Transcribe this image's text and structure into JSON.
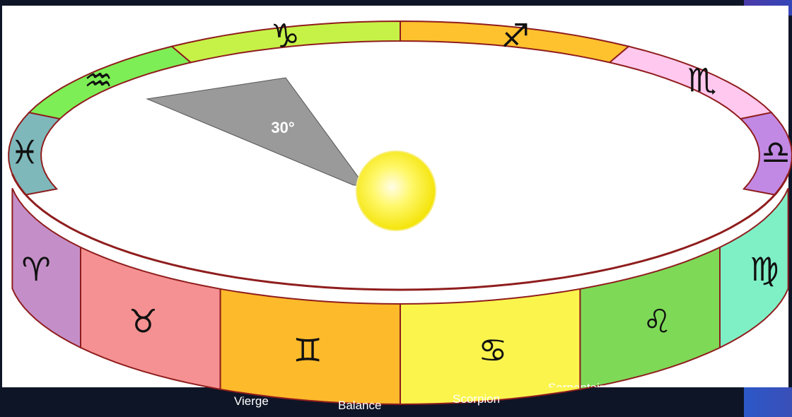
{
  "diagram": {
    "angle_label": "30°",
    "upper_signs": [
      {
        "name": "Pisces",
        "glyph": "♓",
        "color": "#7eb8bb"
      },
      {
        "name": "Aquarius",
        "glyph": "♒",
        "color": "#7dee55"
      },
      {
        "name": "Capricorn",
        "glyph": "♑",
        "color": "#c6f247"
      },
      {
        "name": "Sagittarius",
        "glyph": "♐",
        "color": "#fdc22e"
      },
      {
        "name": "Scorpio",
        "glyph": "♏",
        "color": "#ffc8ee"
      },
      {
        "name": "Libra",
        "glyph": "♎",
        "color": "#c289e4"
      }
    ],
    "lower_signs": [
      {
        "name": "Aries",
        "glyph": "♈",
        "color": "#c48fc8"
      },
      {
        "name": "Taurus",
        "glyph": "♉",
        "color": "#f59192"
      },
      {
        "name": "Gemini",
        "glyph": "♊",
        "color": "#fdba2b"
      },
      {
        "name": "Cancer",
        "glyph": "♋",
        "color": "#fbf44d"
      },
      {
        "name": "Leo",
        "glyph": "♌",
        "color": "#7ed957"
      },
      {
        "name": "Virgo",
        "glyph": "♍",
        "color": "#7fefc6"
      }
    ],
    "colors": {
      "band_outline": "#8f1d1d",
      "wedge": "#9a9a9a",
      "sun": "#fff23a",
      "background": "#ffffff",
      "dark_backdrop": "#0e1526"
    }
  },
  "footer_labels": {
    "vierge": "Vierge",
    "balance": "Balance",
    "scorpion": "Scorpion",
    "serpentaire": "Serpentaire"
  }
}
